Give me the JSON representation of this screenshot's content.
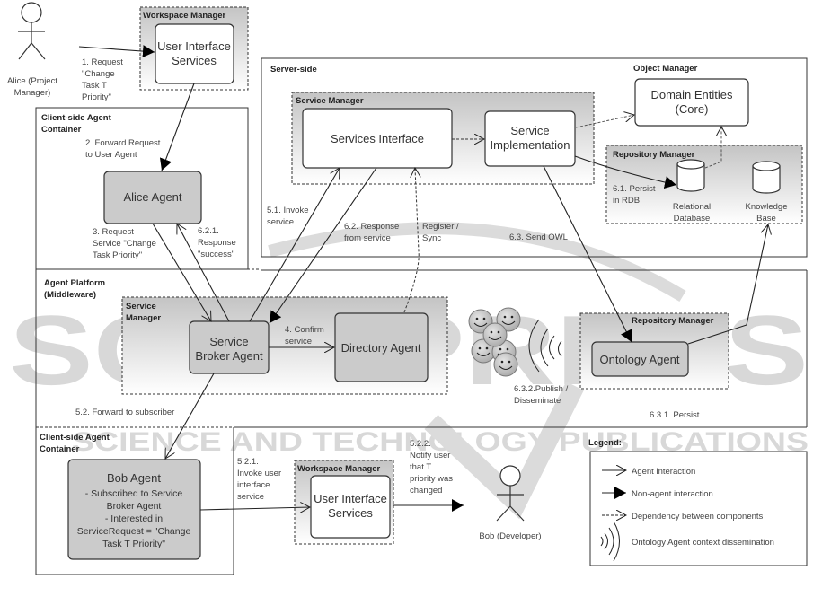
{
  "actors": {
    "alice": {
      "label_1": "Alice (Project",
      "label_2": "Manager)"
    },
    "bob": {
      "label": "Bob (Developer)"
    }
  },
  "containers": {
    "client_side_top": {
      "title_1": "Client-side Agent",
      "title_2": "Container"
    },
    "server_side": {
      "title": "Server-side"
    },
    "agent_platform": {
      "title_1": "Agent Platform",
      "title_2": "(Middleware)"
    },
    "client_side_bottom": {
      "title_1": "Client-side Agent",
      "title_2": "Container"
    }
  },
  "groups": {
    "workspace_manager_top": "Workspace Manager",
    "service_manager_server": "Service Manager",
    "object_manager": "Object Manager",
    "repository_manager_server": "Repository Manager",
    "service_manager_platform_1": "Service",
    "service_manager_platform_2": "Manager",
    "repository_manager_platform": "Repository Manager",
    "workspace_manager_bottom": "Workspace Manager"
  },
  "components": {
    "ui_services_top": [
      "User Interface",
      "Services"
    ],
    "alice_agent": "Alice Agent",
    "services_interface": "Services Interface",
    "service_implementation": [
      "Service",
      "Implementation"
    ],
    "domain_entities": [
      "Domain Entities",
      "(Core)"
    ],
    "relational_database": [
      "Relational",
      "Database"
    ],
    "knowledge_base": [
      "Knowledge",
      "Base"
    ],
    "service_broker_agent": [
      "Service",
      "Broker Agent"
    ],
    "directory_agent": "Directory Agent",
    "ontology_agent": "Ontology Agent",
    "bob_agent": {
      "title": "Bob Agent",
      "lines": [
        "- Subscribed to Service",
        "Broker Agent",
        "- Interested in",
        "ServiceRequest = \"Change",
        "Task T Priority\""
      ]
    },
    "ui_services_bottom": [
      "User Interface",
      "Services"
    ]
  },
  "flows": {
    "step1": [
      "1. Request",
      "\"Change",
      "Task T",
      "Priority\""
    ],
    "step2": [
      "2. Forward Request",
      "to User Agent"
    ],
    "step3": [
      "3. Request",
      "Service \"Change",
      "Task Priority\""
    ],
    "step621": [
      "6.2.1.",
      "Response",
      "\"success\""
    ],
    "step51": [
      "5.1. Invoke",
      "service"
    ],
    "step62": [
      "6.2. Response",
      "from service"
    ],
    "register_sync": [
      "Register /",
      "Sync"
    ],
    "step63": "6.3. Send OWL",
    "step61": [
      "6.1. Persist",
      "in RDB"
    ],
    "step4": [
      "4. Confirm",
      "service"
    ],
    "step632": [
      "6.3.2.Publish /",
      "Disseminate"
    ],
    "step631": "6.3.1. Persist",
    "step52": "5.2. Forward to subscriber",
    "step521": [
      "5.2.1.",
      "Invoke user",
      "interface",
      "service"
    ],
    "step522": [
      "5.2.2.",
      "Notify user",
      "that T",
      "priority was",
      "changed"
    ]
  },
  "legend": {
    "title": "Legend:",
    "items": [
      {
        "icon": "open-arrow",
        "label": "Agent interaction"
      },
      {
        "icon": "filled-arrow",
        "label": "Non-agent interaction"
      },
      {
        "icon": "dashed-arrow",
        "label": "Dependency between components"
      },
      {
        "icon": "waves",
        "label": "Ontology Agent context dissemination"
      }
    ]
  },
  "watermark": {
    "line1": "SCITEPRESS",
    "line2": "SCIENCE AND TECHNOLOGY PUBLICATIONS"
  }
}
